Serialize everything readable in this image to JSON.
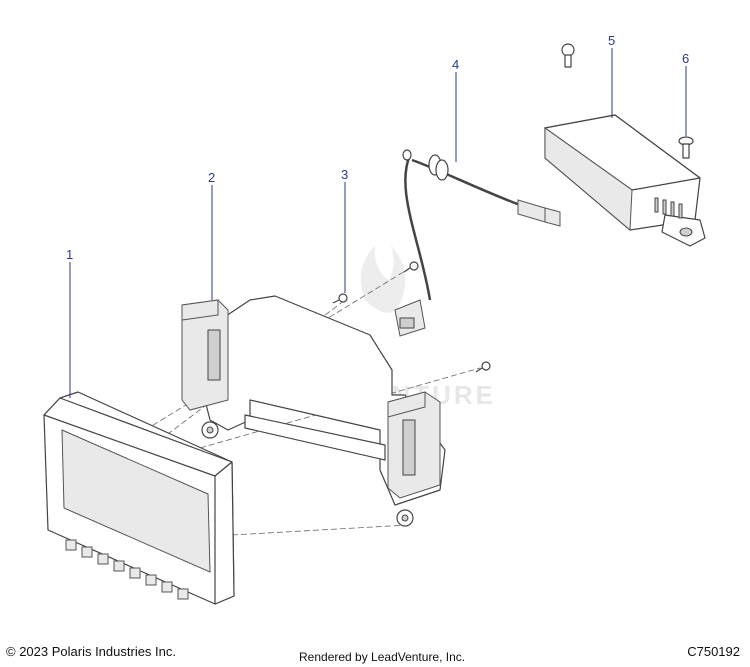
{
  "callouts": [
    {
      "label": "1"
    },
    {
      "label": "2"
    },
    {
      "label": "3"
    },
    {
      "label": "4"
    },
    {
      "label": "5"
    },
    {
      "label": "6"
    }
  ],
  "footer": {
    "copyright": "© 2023 Polaris Industries Inc.",
    "rendered_by": "Rendered by LeadVenture, Inc.",
    "diagram_code": "C750192"
  },
  "watermark": {
    "text": "LEADVENTURE"
  },
  "colors": {
    "callout": "#2a3a8c",
    "line_art": "#444444"
  }
}
